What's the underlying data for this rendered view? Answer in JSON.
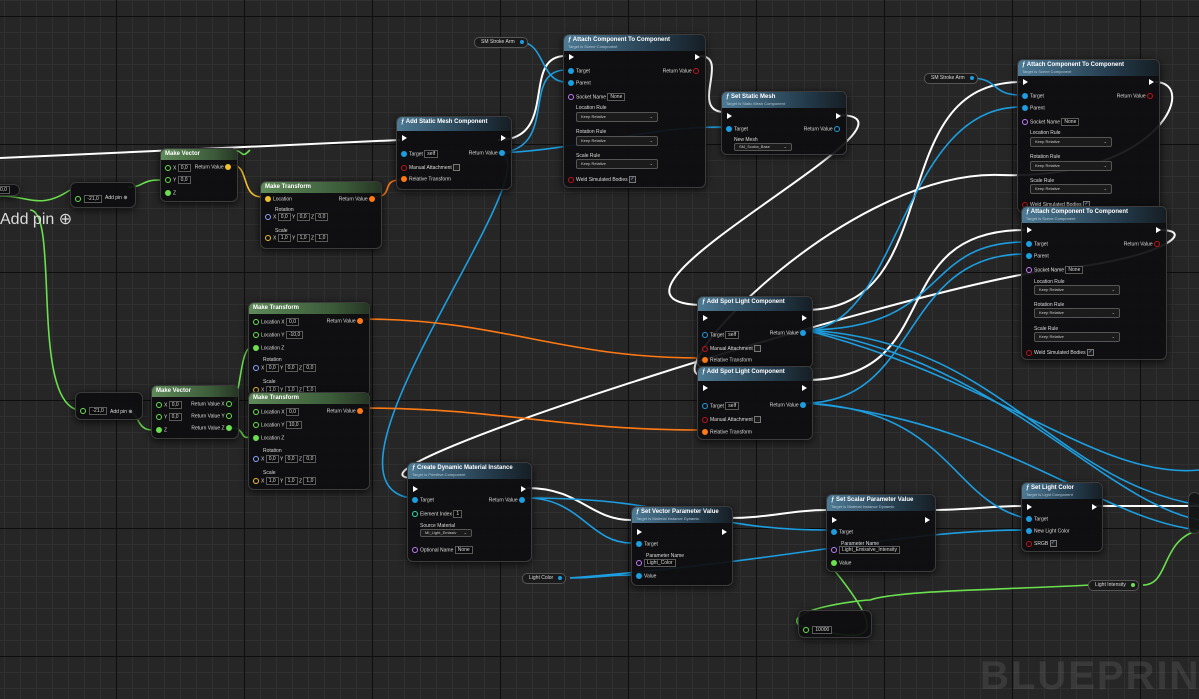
{
  "colors": {
    "exec": "#ffffff",
    "object": "#1d9ee0",
    "vector": "#f2c02c",
    "transform": "#ff7a14",
    "float": "#6be04e",
    "struct": "#c27bff",
    "bool": "#c5121b"
  },
  "nodes": {
    "attach1": {
      "title": "Attach Component To Component",
      "subtitle": "Target is Scene Component",
      "target": "Target",
      "parent": "Parent",
      "return_value": "Return Value",
      "socket_name": "Socket Name",
      "socket_value": "None",
      "location_rule": "Location Rule",
      "location_value": "Keep Relative",
      "rotation_rule": "Rotation Rule",
      "rotation_value": "Keep Relative",
      "scale_rule": "Scale Rule",
      "scale_value": "Keep Relative",
      "weld": "Weld Simulated Bodies"
    },
    "attach2": {
      "title": "Attach Component To Component",
      "subtitle": "Target is Scene Component",
      "target": "Target",
      "parent": "Parent",
      "return_value": "Return Value",
      "socket_name": "Socket Name",
      "socket_value": "None",
      "location_rule": "Location Rule",
      "location_value": "Keep Relative",
      "rotation_rule": "Rotation Rule",
      "rotation_value": "Keep Relative",
      "scale_rule": "Scale Rule",
      "scale_value": "Keep Relative",
      "weld": "Weld Simulated Bodies"
    },
    "attach3": {
      "title": "Attach Component To Component",
      "subtitle": "Target is Scene Component",
      "target": "Target",
      "parent": "Parent",
      "return_value": "Return Value",
      "socket_name": "Socket Name",
      "socket_value": "None",
      "location_rule": "Location Rule",
      "location_value": "Keep Relative",
      "rotation_rule": "Rotation Rule",
      "rotation_value": "Keep Relative",
      "scale_rule": "Scale Rule",
      "scale_value": "Keep Relative",
      "weld": "Weld Simulated Bodies"
    },
    "set_static_mesh": {
      "title": "Set Static Mesh",
      "subtitle": "Target is Static Mesh Component",
      "target": "Target",
      "return_value": "Return Value",
      "new_mesh": "New Mesh",
      "mesh_value": "SM_Scoba_Base"
    },
    "add_static_mesh": {
      "title": "Add Static Mesh Component",
      "target": "Target",
      "target_value": "self",
      "return_value": "Return Value",
      "manual": "Manual Attachment",
      "relative": "Relative Transform"
    },
    "make_vector1": {
      "title": "Make Vector",
      "x": "X",
      "x_value": "0,0",
      "y": "Y",
      "y_value": "0,0",
      "z": "Z",
      "return_value": "Return Value"
    },
    "make_vector2": {
      "title": "Make Vector",
      "x": "X",
      "x_value": "0,0",
      "y": "Y",
      "y_value": "0,0",
      "z": "Z",
      "rx": "Return Value X",
      "ry": "Return Value Y",
      "rz": "Return Value Z"
    },
    "make_transform1": {
      "title": "Make Transform",
      "location": "Location",
      "rotation": "Rotation",
      "scale": "Scale",
      "return_value": "Return Value",
      "rot": [
        "0,0",
        "0,0",
        "0,0"
      ],
      "scl": [
        "1,0",
        "1,0",
        "1,0"
      ]
    },
    "make_transform2": {
      "title": "Make Transform",
      "loc_x": "Location X",
      "loc_x_value": "0,0",
      "loc_y": "Location Y",
      "loc_y_value": "-10,0",
      "loc_z": "Location Z",
      "rotation": "Rotation",
      "scale": "Scale",
      "return_value": "Return Value",
      "rot": [
        "0,0",
        "0,0",
        "0,0"
      ],
      "scl": [
        "1,0",
        "1,0",
        "1,0"
      ]
    },
    "make_transform3": {
      "title": "Make Transform",
      "loc_x": "Location X",
      "loc_x_value": "0,0",
      "loc_y": "Location Y",
      "loc_y_value": "10,0",
      "loc_z": "Location Z",
      "rotation": "Rotation",
      "scale": "Scale",
      "return_value": "Return Value",
      "rot": [
        "0,0",
        "0,0",
        "0,0"
      ],
      "scl": [
        "1,0",
        "1,0",
        "1,0"
      ]
    },
    "spot1": {
      "title": "Add Spot Light Component",
      "target": "Target",
      "target_value": "self",
      "return_value": "Return Value",
      "manual": "Manual Attachment",
      "relative": "Relative Transform"
    },
    "spot2": {
      "title": "Add Spot Light Component",
      "target": "Target",
      "target_value": "self",
      "return_value": "Return Value",
      "manual": "Manual Attachment",
      "relative": "Relative Transform"
    },
    "cdmi": {
      "title": "Create Dynamic Material Instance",
      "subtitle": "Target is Primitive Component",
      "target": "Target",
      "return_value": "Return Value",
      "element_index": "Element Index",
      "element_value": "1",
      "source_material": "Source Material",
      "source_value": "MI_Light_Emissiv",
      "optional_name": "Optional Name",
      "optional_value": "None"
    },
    "svp": {
      "title": "Set Vector Parameter Value",
      "subtitle": "Target is Material Instance Dynamic",
      "target": "Target",
      "param_name": "Parameter Name",
      "param_value": "Light_Color",
      "value": "Value"
    },
    "ssp": {
      "title": "Set Scalar Parameter Value",
      "subtitle": "Target is Material Instance Dynamic",
      "target": "Target",
      "param_name": "Parameter Name",
      "param_value": "Light_Emissive_Intensity",
      "value": "Value"
    },
    "slc": {
      "title": "Set Light Color",
      "subtitle": "Target is Light Component",
      "target": "Target",
      "new_color": "New Light Color",
      "srgb": "SRGB"
    }
  },
  "variables": {
    "sm_stroke_1": "SM Stroke Arm",
    "sm_stroke_2": "SM Stroke Arm",
    "light_color": "Light Color",
    "light_intensity": "Light Intensity"
  },
  "math": {
    "add1_value": "-21,0",
    "add1_label": "Add pin",
    "add2_value": "-21,0",
    "add2_label": "Add pin",
    "add0_label": "Add pin",
    "mult_value": "10000",
    "left_field": "0,0"
  },
  "watermark": "BLUEPRINT"
}
